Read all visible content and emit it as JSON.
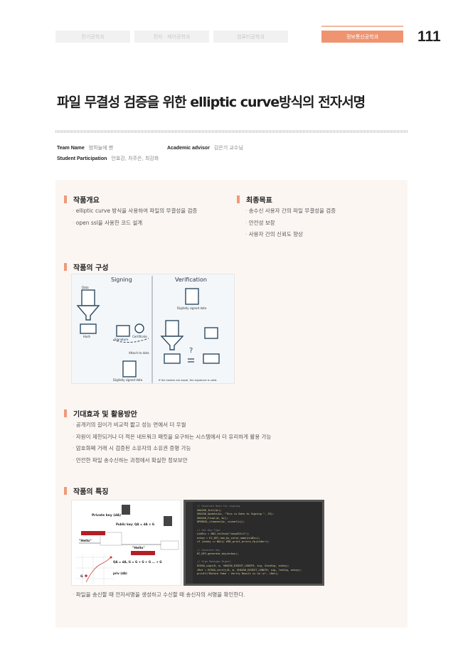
{
  "header": {
    "tabs": [
      {
        "label": "전기공학과",
        "active": false
      },
      {
        "label": "전자 · 제어공학과",
        "active": false
      },
      {
        "label": "컴퓨터공학과",
        "active": false
      },
      {
        "label": "정보통신공학과",
        "active": true
      }
    ],
    "page_number": "111",
    "accent": "#ef9470"
  },
  "title": "파일 무결성 검증을 위한 elliptic curve방식의 전자서명",
  "meta": {
    "team_label": "Team Name",
    "team": "범하늘에 팬",
    "advisor_label": "Academic advisor",
    "advisor": "김은기 교수님",
    "students_label": "Student Participation",
    "students": "안효강, 차주은, 최강화"
  },
  "overview": {
    "heading": "작품개요",
    "items": [
      "elliptic curve 방식을 사용하여 파일의 무결성을 검증",
      "open ssl을 사용한 코드 설계"
    ]
  },
  "goal": {
    "heading": "최종목표",
    "items": [
      "송수신 사용자 간의 파일 무결성을 검증",
      "안전성 보장",
      "사용자 간의 신뢰도 향상"
    ]
  },
  "composition": {
    "heading": "작품의 구성",
    "diagram": {
      "signing": "Signing",
      "verification": "Verification",
      "data": "Data",
      "hash": "Hash",
      "signature": "Signature",
      "certificate": "Certificate",
      "attach": "Attach to data",
      "signed_data": "Digitally signed data",
      "result": "If the hashes are equal, the signature is valid."
    }
  },
  "effects": {
    "heading": "기대효과 및 활용방안",
    "items": [
      "공개키의 길이가 비교적 짧고 성능 면에서 더 우월",
      "자원이 제한되거나 더 적은 네트워크 패킷을 요구하는 시스템에서 더 유리하게 활용 가능",
      "암호화폐 거래 시 검증된 소유자의 소유권 증명 가능",
      "안전한 파일 송수신하는 과정에서 확실한 정보보안"
    ]
  },
  "features": {
    "heading": "작품의 특징",
    "ecc": {
      "private_key": "Private key (dA)",
      "public_key": "Public key: QA = dA × G",
      "hello": "\"Hello\"",
      "formula": "QA = dA, G = G + G + G ... + G",
      "priv": "priv (dA)",
      "g": "G"
    },
    "code": [
      {
        "t": "// Generate Hash for signing",
        "c": true
      },
      {
        "t": "SHA256_Init(&c);"
      },
      {
        "t": "SHA256_Update(&c, \"This is Data to Signing \", 25);"
      },
      {
        "t": "SHA256_Final(m, &c);"
      },
      {
        "t": "OPENSSL_cleanse(&c, sizeof(c));"
      },
      {
        "t": ""
      },
      {
        "t": "// Set Key Type",
        "c": true
      },
      {
        "t": "nidEcc = OBJ_txt2nid(\"secp521r1\");"
      },
      {
        "t": "eckey = EC_KEY_new_by_curve_name(nidEcc);"
      },
      {
        "t": "if (eckey == NULL) ERR_print_errors_fp(stderr);"
      },
      {
        "t": ""
      },
      {
        "t": "// Generate Key",
        "c": true
      },
      {
        "t": "EC_KEY_generate_key(eckey);"
      },
      {
        "t": ""
      },
      {
        "t": "// Sign Message Digest",
        "c": true
      },
      {
        "t": "ECDSA_sign(0, m, SHA256_DIGEST_LENGTH, sig, &lenSig, eckey);"
      },
      {
        "t": "iRet = ECDSA_verify(0, m, SHA256_DIGEST_LENGTH, sig, lenSig, eckey);"
      },
      {
        "t": "printf(\"Before Fake : Verify Result is %d \\n\", iRet);"
      }
    ],
    "items": [
      "파일을 송신할 때 전자서명을 생성하고 수신할 때 송신자의 서명을 확인한다."
    ]
  }
}
